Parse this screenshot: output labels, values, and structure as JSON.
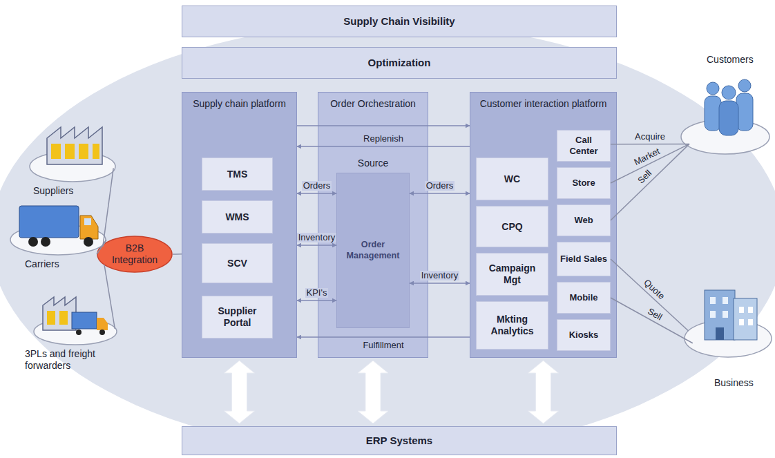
{
  "diagram": {
    "nodes": [
      {
        "text": [
          "Supply Chain Visibility"
        ]
      },
      {
        "text": [
          "Optimization"
        ]
      },
      {
        "text": [
          "Supply chain platform"
        ]
      },
      {
        "text": [
          "TMS"
        ],
        "in": 2
      },
      {
        "text": [
          "WMS"
        ],
        "in": 2
      },
      {
        "text": [
          "SCV"
        ],
        "in": 2
      },
      {
        "text": [
          "Supplier Portal"
        ],
        "in": 2
      },
      {
        "text": [
          "Order Orchestration"
        ]
      },
      {
        "text": [
          "Order Management"
        ],
        "in": 7
      },
      {
        "text": [
          "Customer interaction platform"
        ]
      },
      {
        "text": [
          "WC"
        ],
        "in": 9
      },
      {
        "text": [
          "CPQ"
        ],
        "in": 9
      },
      {
        "text": [
          "Campaign Mgt"
        ],
        "in": 9
      },
      {
        "text": [
          "Mkting Analytics"
        ],
        "in": 9
      },
      {
        "text": [
          "Call Center"
        ],
        "in": 9
      },
      {
        "text": [
          "Store"
        ],
        "in": 9
      },
      {
        "text": [
          "Web"
        ],
        "in": 9
      },
      {
        "text": [
          "Field Sales"
        ],
        "in": 9
      },
      {
        "text": [
          "Mobile"
        ],
        "in": 9
      },
      {
        "text": [
          "Kiosks"
        ],
        "in": 9
      },
      {
        "text": [
          "ERP Systems"
        ]
      },
      {
        "text": [
          "B2B Integration"
        ]
      },
      {
        "text": [
          "Suppliers"
        ]
      },
      {
        "text": [
          "Carriers"
        ]
      },
      {
        "text": [
          "3PLs and freight forwarders"
        ]
      },
      {
        "text": [
          "Customers"
        ]
      },
      {
        "text": [
          "Business"
        ]
      }
    ],
    "edges": [
      {
        "from": 2,
        "to": 9,
        "arrow": "to"
      },
      {
        "from": 9,
        "to": 2,
        "label": "Replenish",
        "arrow": "to"
      },
      {
        "from": 2,
        "to": 8,
        "label": "Orders",
        "arrow": "both"
      },
      {
        "from": 2,
        "to": 8,
        "label": "Inventory",
        "arrow": "both"
      },
      {
        "from": 2,
        "to": 8,
        "label": "KPI's",
        "arrow": "both"
      },
      {
        "from": 8,
        "to": 9,
        "label": "Orders",
        "arrow": "both"
      },
      {
        "from": 8,
        "to": 9,
        "label": "Inventory",
        "arrow": "both"
      },
      {
        "from": 9,
        "to": 2,
        "label": "Fulfillment",
        "arrow": "to"
      },
      {
        "from": 21,
        "to": 22,
        "arrow": "none"
      },
      {
        "from": 21,
        "to": 23,
        "arrow": "none"
      },
      {
        "from": 21,
        "to": 24,
        "arrow": "none"
      },
      {
        "from": 21,
        "to": 2,
        "arrow": "none"
      },
      {
        "from": 25,
        "to": 14,
        "label": "Acquire",
        "arrow": "none"
      },
      {
        "from": 25,
        "to": 15,
        "label": "Market",
        "arrow": "none"
      },
      {
        "from": 25,
        "to": 16,
        "label": "Sell",
        "arrow": "none"
      },
      {
        "from": 26,
        "to": 17,
        "label": "Quote",
        "arrow": "none"
      },
      {
        "from": 26,
        "to": 18,
        "label": "Sell",
        "arrow": "none"
      },
      {
        "from": 2,
        "to": 20,
        "arrow": "both"
      },
      {
        "from": 7,
        "to": 20,
        "arrow": "both"
      },
      {
        "from": 9,
        "to": 20,
        "arrow": "both"
      }
    ],
    "labels": [
      "Source"
    ]
  }
}
